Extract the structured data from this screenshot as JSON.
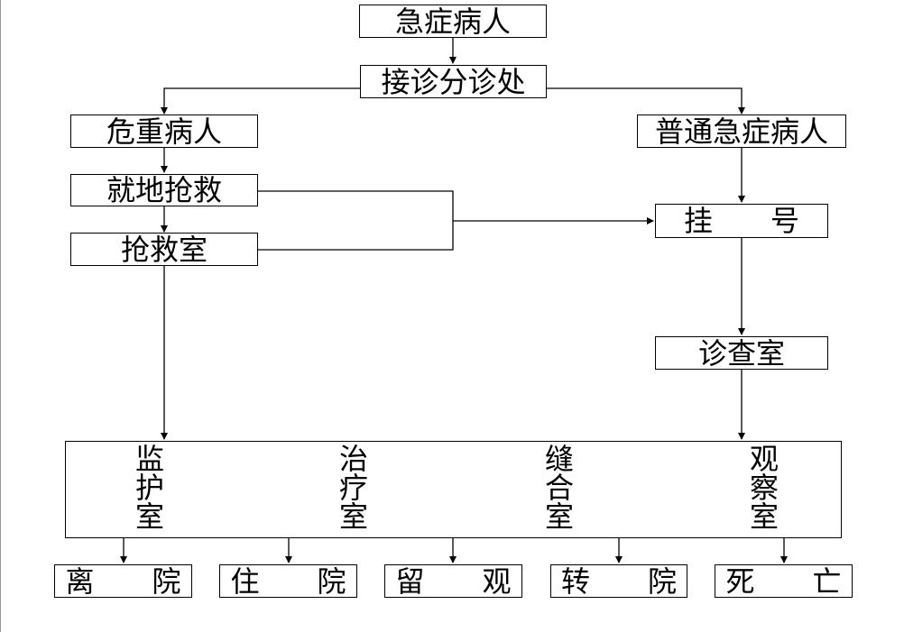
{
  "nodes": {
    "emergency_patient": "急症病人",
    "triage_desk": "接诊分诊处",
    "critical_patient": "危重病人",
    "onsite_rescue": "就地抢救",
    "rescue_room": "抢救室",
    "normal_emergency": "普通急症病人",
    "registration": [
      "挂",
      "号"
    ],
    "exam_room": "诊查室"
  },
  "rooms": [
    "监护室",
    "治疗室",
    "缝合室",
    "观察室"
  ],
  "outcomes": [
    [
      "离",
      "院"
    ],
    [
      "住",
      "院"
    ],
    [
      "留",
      "观"
    ],
    [
      "转",
      "院"
    ],
    [
      "死",
      "亡"
    ]
  ]
}
